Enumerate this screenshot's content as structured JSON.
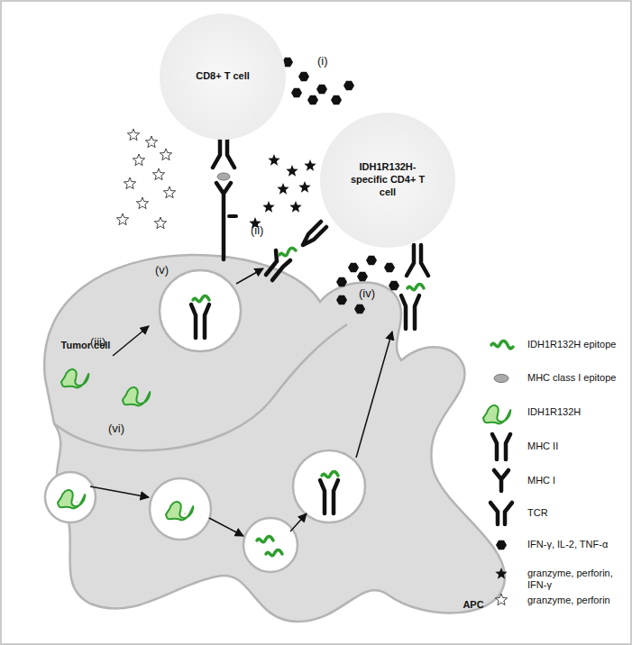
{
  "diagram": {
    "nodes": [
      {
        "text": [
          "CD8+ T cell"
        ]
      },
      {
        "text": [
          "IDH1R132H-specific CD4+ T cell"
        ]
      },
      {
        "text": [
          "Tumor cell"
        ]
      },
      {
        "text": [
          "APC"
        ]
      }
    ],
    "labels": [
      "(i)",
      "(ii)",
      "(iii)",
      "(iv)",
      "(v)",
      "(vi)"
    ],
    "legend": [
      {
        "text": "IDH1R132H epitope"
      },
      {
        "text": "MHC class I epitope"
      },
      {
        "text": "IDH1R132H"
      },
      {
        "text": "MHC II"
      },
      {
        "text": "MHC I"
      },
      {
        "text": "TCR"
      },
      {
        "text": "IFN-γ, IL-2, TNF-α"
      },
      {
        "text": "granzyme, perforin, IFN-γ"
      },
      {
        "text": "granzyme, perforin"
      }
    ]
  }
}
